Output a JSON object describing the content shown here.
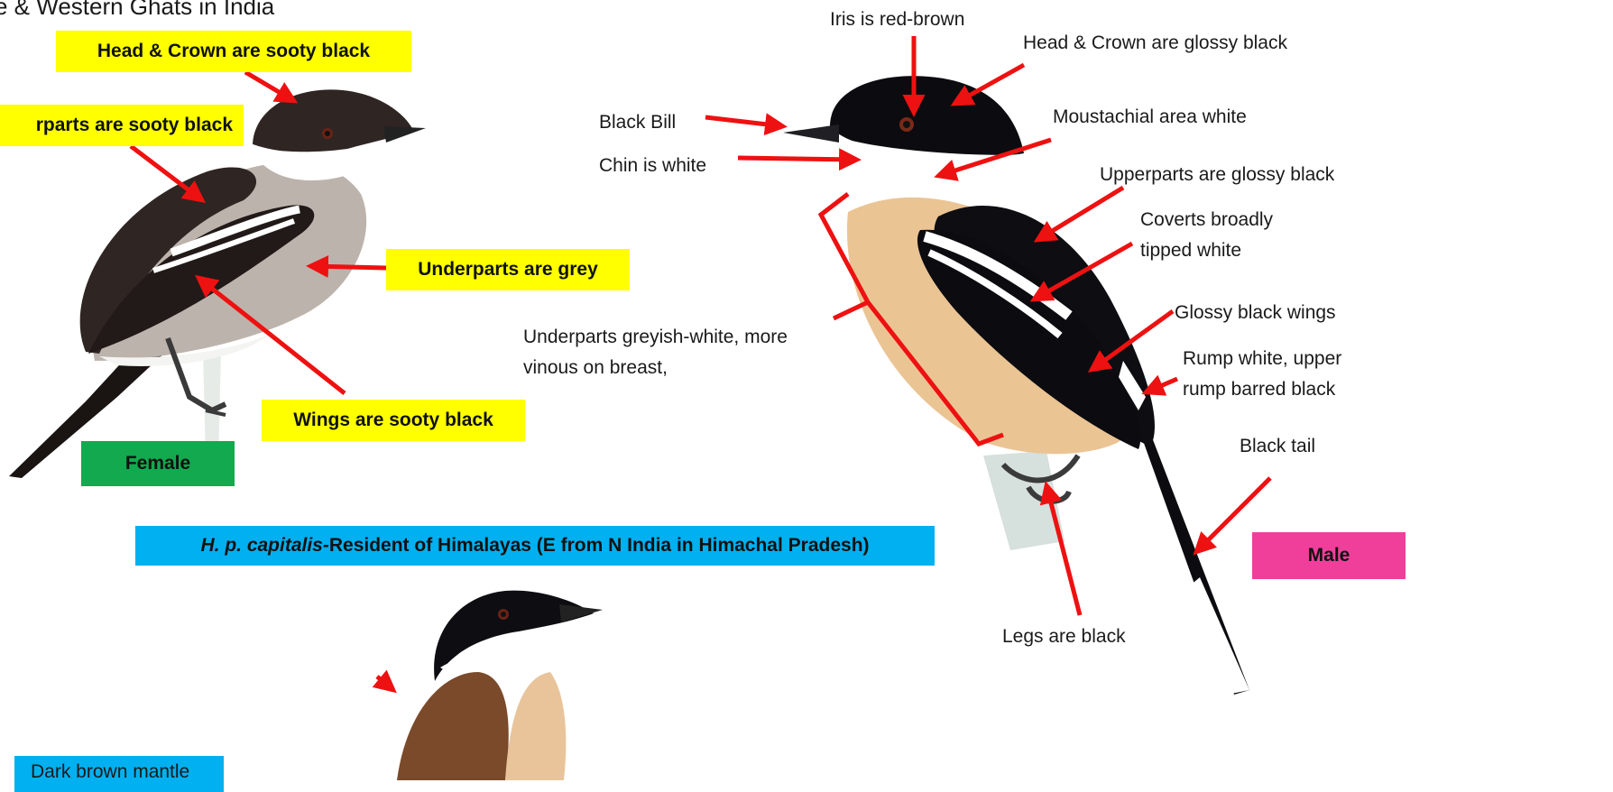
{
  "page_title": "e & Western Ghats in India",
  "female": {
    "labels": {
      "head": "Head & Crown  are sooty black",
      "upperparts": "rparts  are sooty black",
      "underparts": "Underparts are grey",
      "wings": "Wings are sooty black"
    },
    "sex_tag": "Female"
  },
  "subspecies_banner": {
    "italic": "H. p. capitalis-",
    "rest": " Resident  of Himalayas (E from N India in Himachal Pradesh)"
  },
  "third_bird": {
    "label": "Dark brown mantle"
  },
  "male": {
    "labels": {
      "iris": "Iris is red-brown",
      "head": "Head & Crown  are glossy black",
      "bill": "Black Bill",
      "moustachial": "Moustachial area white",
      "chin": "Chin is  white",
      "upperparts": "Upperparts are glossy black",
      "coverts_1": "Coverts broadly",
      "coverts_2": "tipped white",
      "wings": "Glossy black wings",
      "underparts_1": "Underparts greyish-white, more",
      "underparts_2": "vinous on breast,",
      "rump_1": "Rump white, upper",
      "rump_2": "rump barred black",
      "tail": "Black tail",
      "legs": "Legs are black"
    },
    "sex_tag": "Male"
  },
  "colors": {
    "highlight_yellow": "#ffff00",
    "female_tag": "#12a94f",
    "male_tag": "#ef3f9b",
    "banner_blue": "#00b0f0",
    "arrow_red": "#ee1111",
    "black_plumage": "#0c0c10",
    "sooty_plumage": "#2e2522",
    "grey_underparts": "#bdb5ad",
    "buff_underparts": "#ebc494",
    "brown_mantle": "#7a4a2a"
  },
  "icons": [
    "female-bird-illustration",
    "male-bird-illustration",
    "juvenile-bird-illustration",
    "branch"
  ]
}
